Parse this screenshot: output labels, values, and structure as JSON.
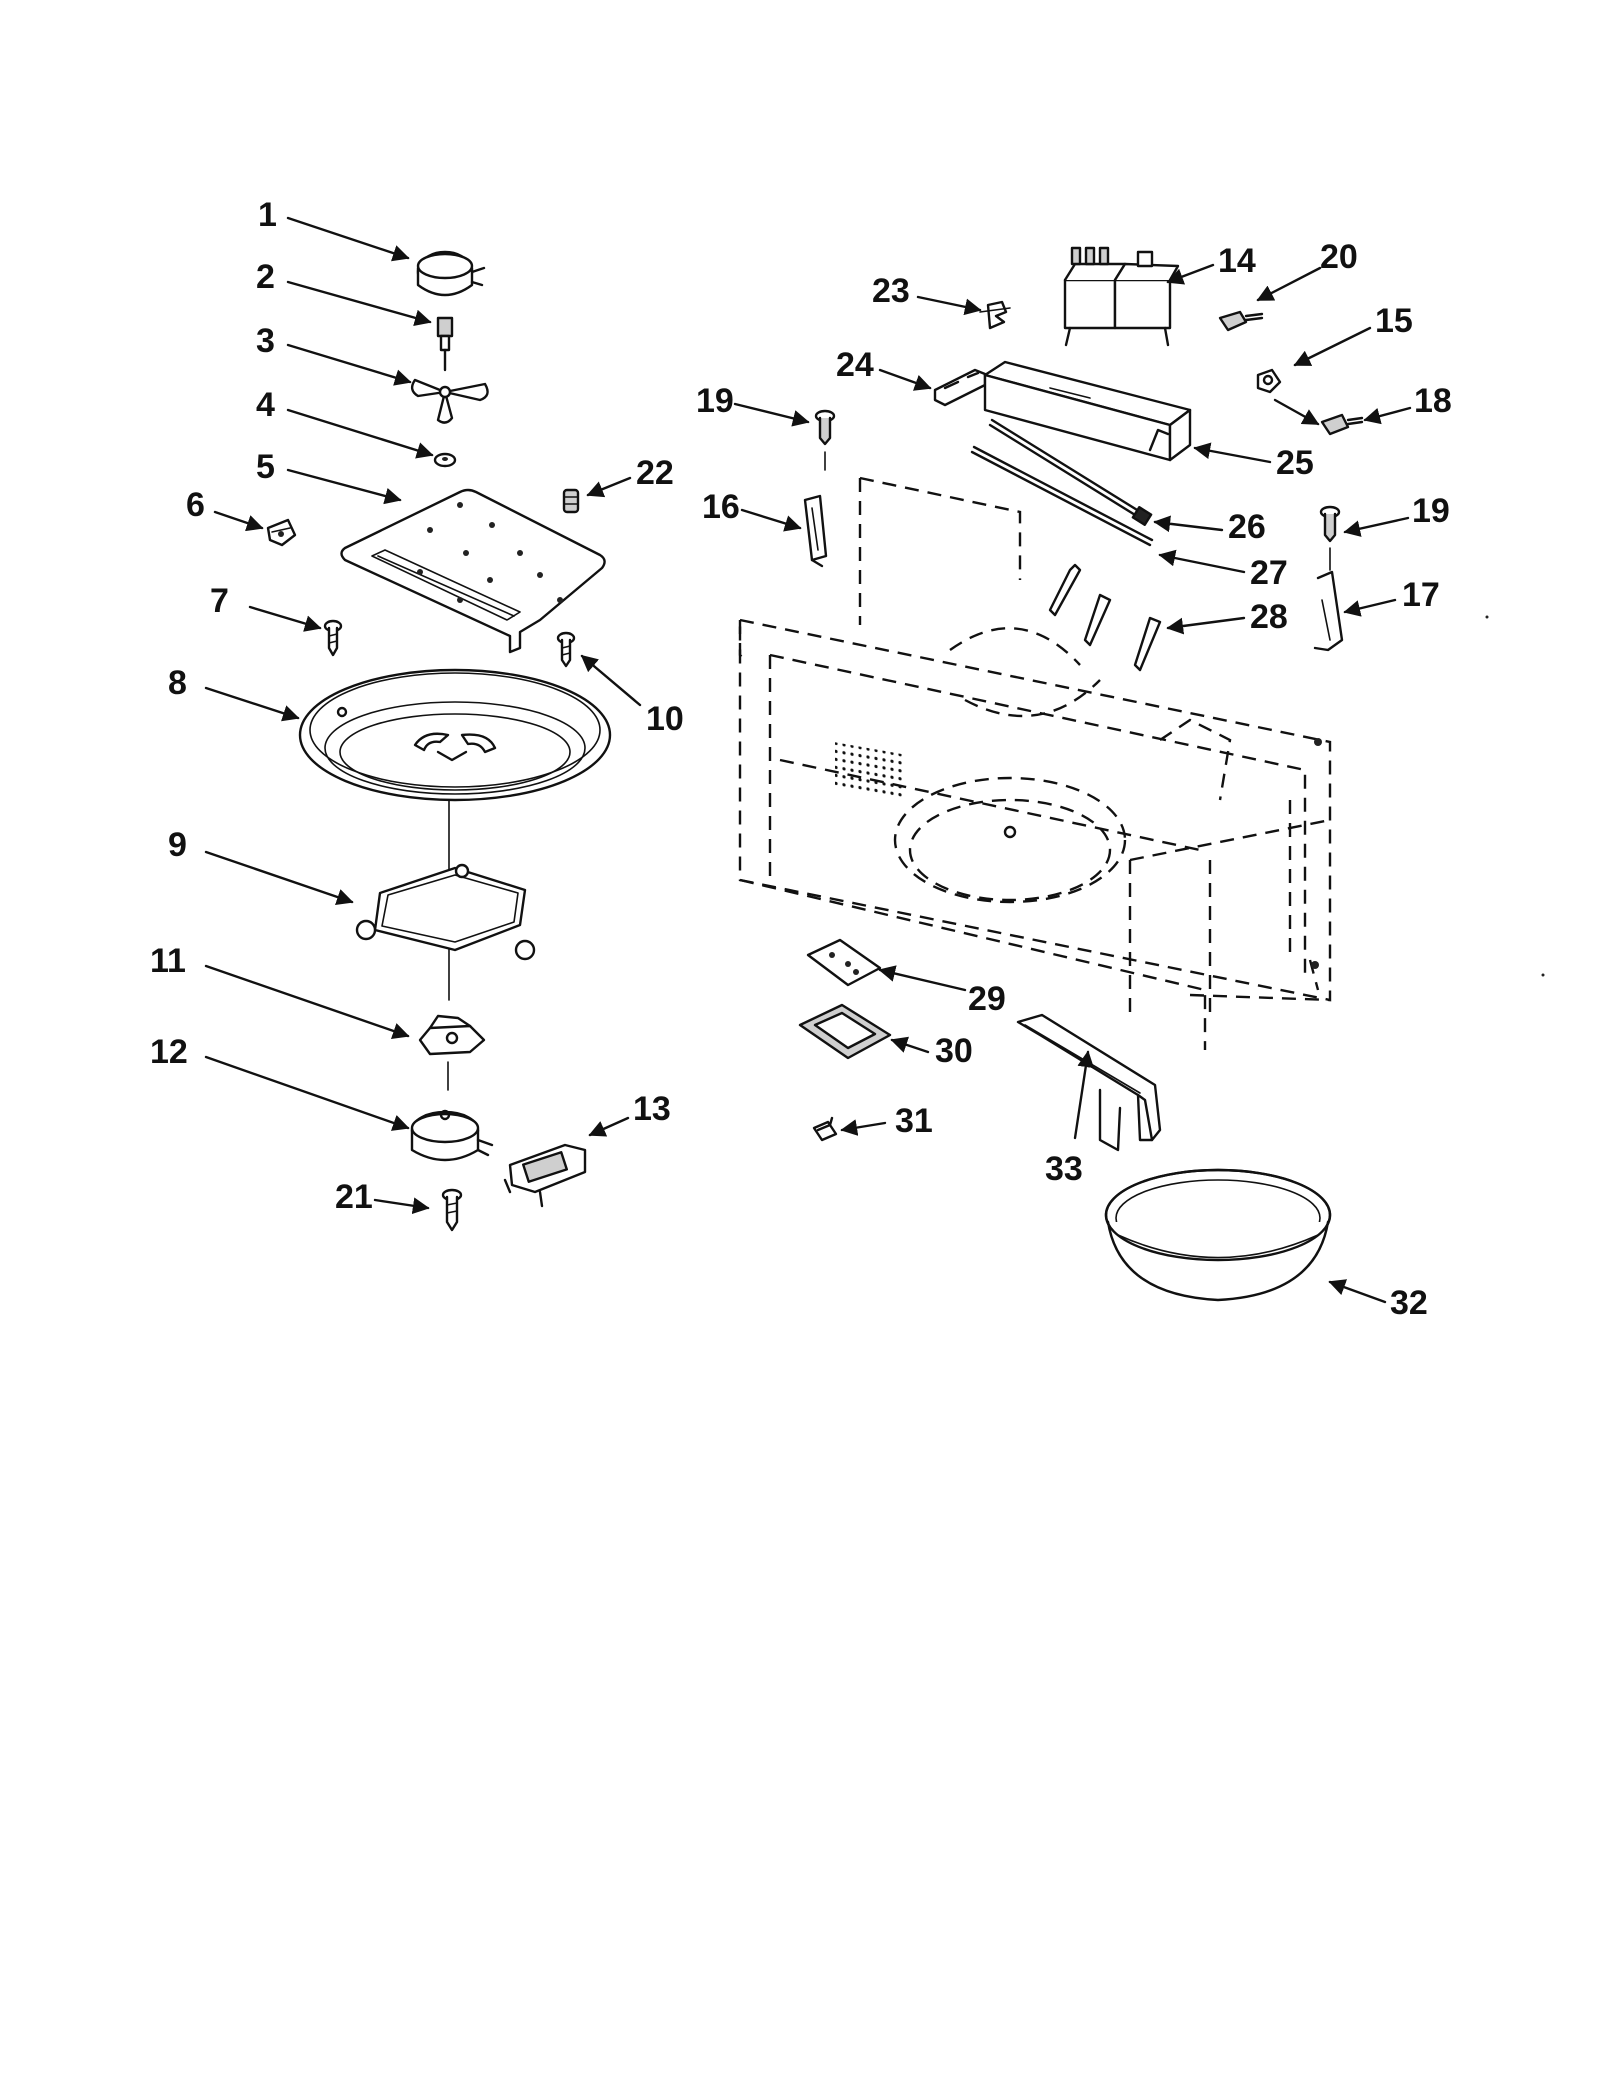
{
  "diagram": {
    "parts": [
      {
        "id": "1"
      },
      {
        "id": "2"
      },
      {
        "id": "3"
      },
      {
        "id": "4"
      },
      {
        "id": "5"
      },
      {
        "id": "6"
      },
      {
        "id": "7"
      },
      {
        "id": "8"
      },
      {
        "id": "9"
      },
      {
        "id": "10"
      },
      {
        "id": "11"
      },
      {
        "id": "12"
      },
      {
        "id": "13"
      },
      {
        "id": "14"
      },
      {
        "id": "15"
      },
      {
        "id": "16"
      },
      {
        "id": "17"
      },
      {
        "id": "18"
      },
      {
        "id": "19"
      },
      {
        "id": "19"
      },
      {
        "id": "20"
      },
      {
        "id": "21"
      },
      {
        "id": "22"
      },
      {
        "id": "23"
      },
      {
        "id": "24"
      },
      {
        "id": "25"
      },
      {
        "id": "26"
      },
      {
        "id": "27"
      },
      {
        "id": "28"
      },
      {
        "id": "29"
      },
      {
        "id": "30"
      },
      {
        "id": "31"
      },
      {
        "id": "32"
      },
      {
        "id": "33"
      }
    ]
  }
}
